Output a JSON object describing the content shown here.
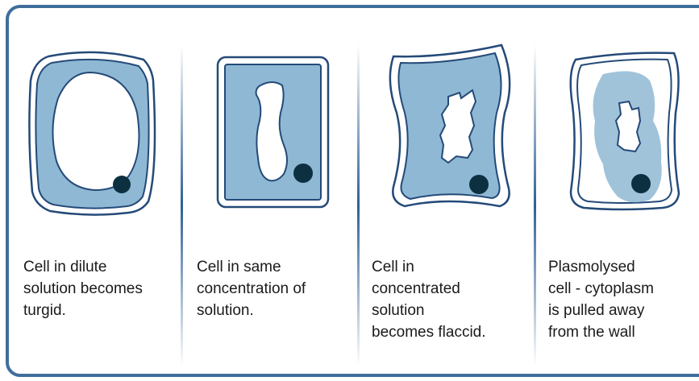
{
  "colors": {
    "frame_border": "#3f6e9c",
    "divider": "#2e5f93",
    "cell_fill": "#8fb8d4",
    "cell_outline": "#244a78",
    "nucleus": "#0d3040",
    "vacuole": "#ffffff"
  },
  "panels": [
    {
      "state": "turgid",
      "caption_lines": [
        "Cell in dilute",
        "solution becomes",
        "turgid."
      ]
    },
    {
      "state": "same-concentration",
      "caption_lines": [
        "Cell in same",
        "concentration of",
        "solution."
      ]
    },
    {
      "state": "flaccid",
      "caption_lines": [
        "Cell in",
        "concentrated",
        "solution",
        "becomes flaccid."
      ]
    },
    {
      "state": "plasmolysed",
      "caption_lines": [
        "Plasmolysed",
        "cell - cytoplasm",
        "is pulled away",
        "from the wall"
      ]
    }
  ]
}
